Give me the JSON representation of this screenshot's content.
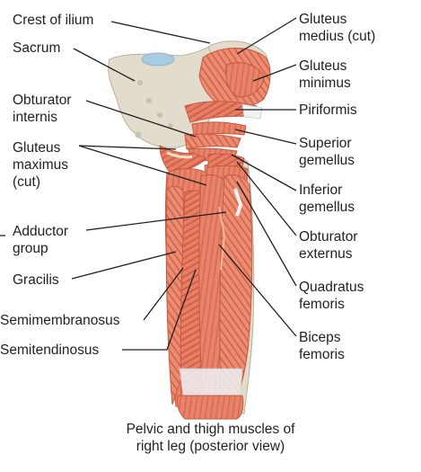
{
  "labels": {
    "crest_of_ilium": "Crest of ilium",
    "sacrum": "Sacrum",
    "obturator_internis": "Obturator\ninternis",
    "gluteus_maximus": "Gluteus\nmaximus\n(cut)",
    "adductor_group": "Adductor\ngroup",
    "gracilis": "Gracilis",
    "semimembranosus": "Semimembranosus",
    "semitendinosus": "Semitendinosus",
    "gluteus_medius": "Gluteus\nmedius (cut)",
    "gluteus_minimus": "Gluteus\nminimus",
    "piriformis": "Piriformis",
    "superior_gemellus": "Superior\ngemellus",
    "inferior_gemellus": "Inferior\ngemellus",
    "obturator_externus": "Obturator\nexternus",
    "quadratus_femoris": "Quadratus\nfemoris",
    "biceps_femoris": "Biceps\nfemoris"
  },
  "caption": "Pelvic and thigh muscles of\nright leg (posterior view)",
  "colors": {
    "muscle": "#e8846a",
    "muscle_dark": "#c9593f",
    "muscle_light": "#f3a98f",
    "bone": "#e2dccd",
    "bone_shade": "#c9c1ad",
    "tendon": "#eef3f6",
    "cartilage": "#a9cbe0",
    "leader": "#231f20"
  }
}
